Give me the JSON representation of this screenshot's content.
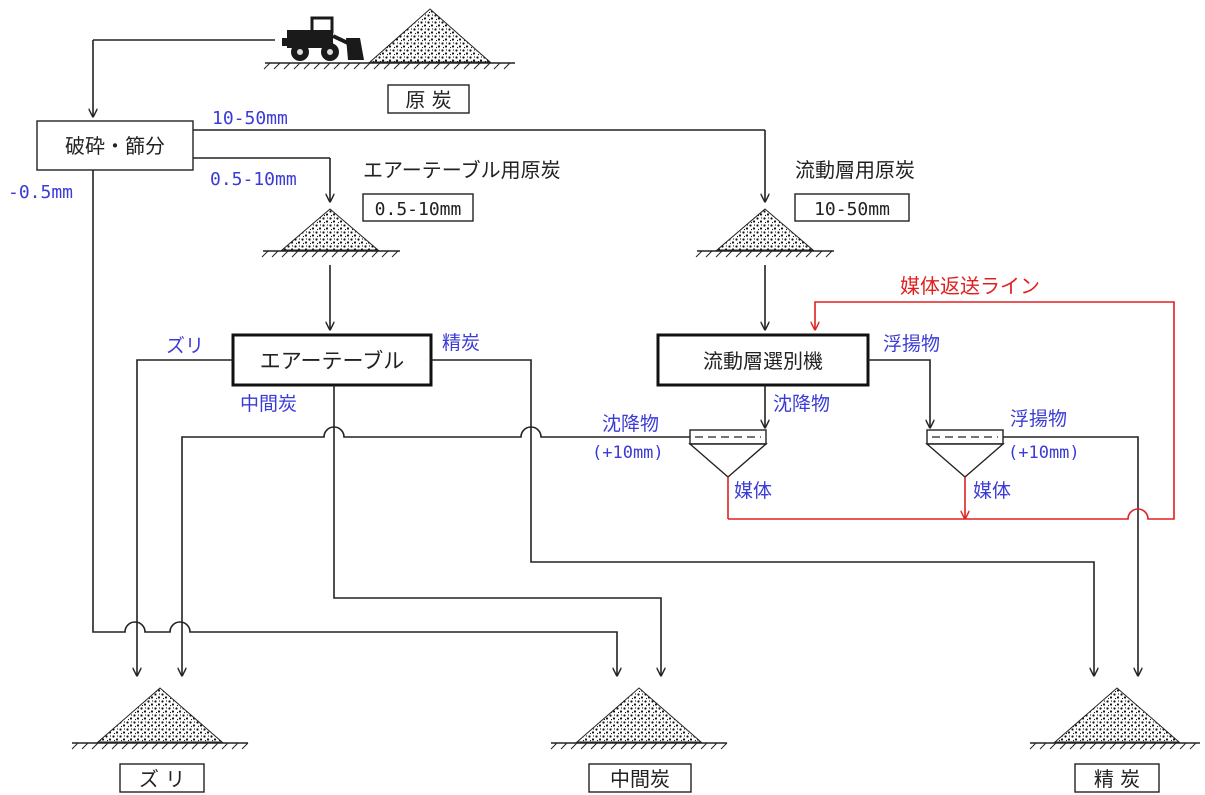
{
  "nodes": {
    "raw_coal": "原 炭",
    "crush_screen": "破砕・篩分",
    "air_table_feed_title": "エアーテーブル用原炭",
    "air_table_feed_size": "0.5-10mm",
    "fluid_bed_feed_title": "流動層用原炭",
    "fluid_bed_feed_size": "10-50mm",
    "air_table": "エアーテーブル",
    "fluid_bed_separator": "流動層選別機",
    "tailings": "ズ リ",
    "middlings": "中間炭",
    "clean_coal": "精 炭"
  },
  "flow_labels": {
    "size_10_50": "10-50mm",
    "size_0_5_10": "0.5-10mm",
    "size_minus_0_5": "-0.5mm",
    "at_tailings": "ズリ",
    "at_clean": "精炭",
    "at_middlings": "中間炭",
    "sink_1": "沈降物",
    "sink_1_size": "(+10mm)",
    "sink_2": "沈降物",
    "float_1": "浮揚物",
    "float_2": "浮揚物",
    "float_2_size": "(+10mm)",
    "medium_1": "媒体",
    "medium_2": "媒体",
    "medium_return": "媒体返送ライン"
  },
  "colors": {
    "line": "#222222",
    "label_blue": "#3b3bd6",
    "return_red": "#e02020"
  },
  "icons": {
    "loader": "wheel-loader-icon",
    "pile": "coal-pile-icon"
  }
}
